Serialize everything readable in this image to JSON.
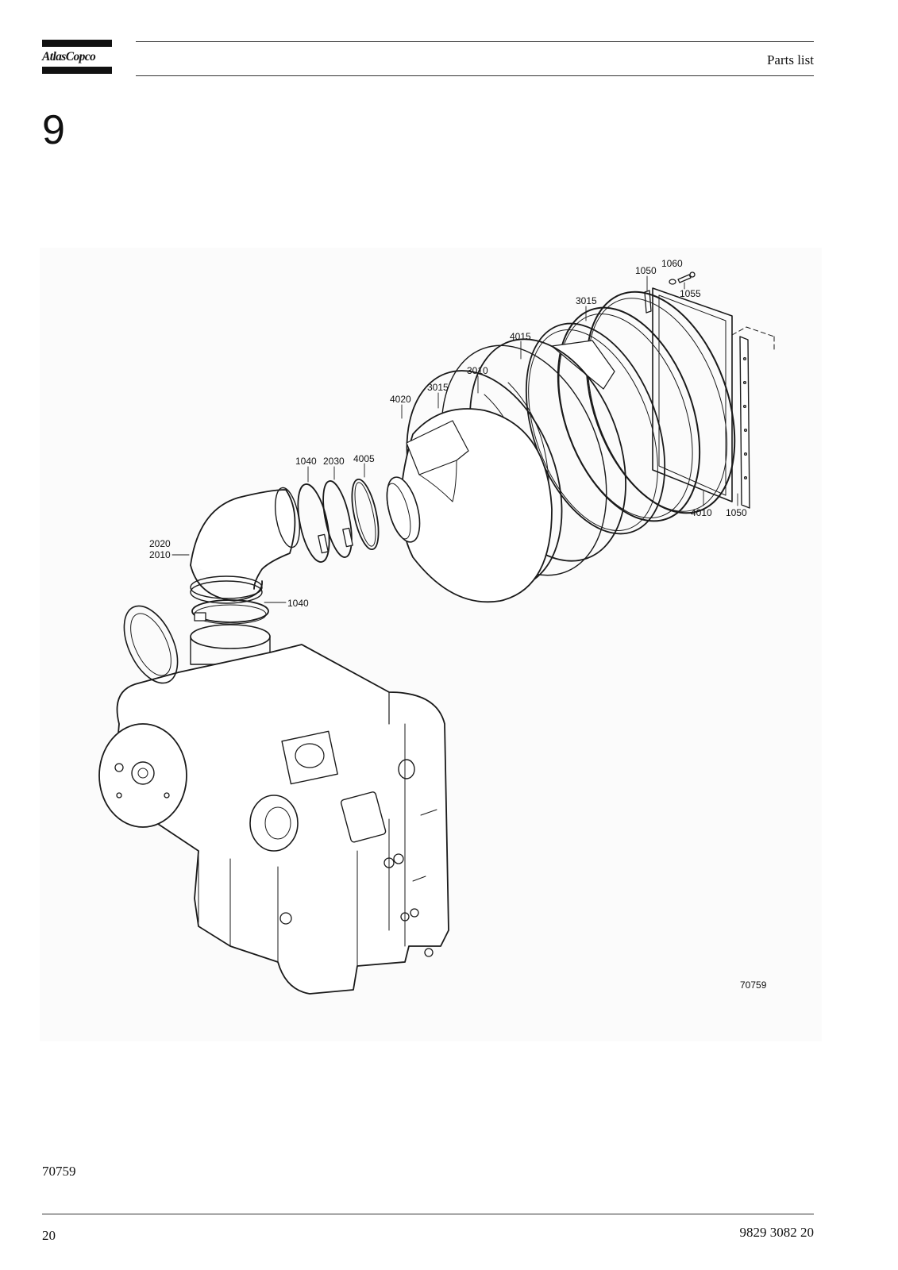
{
  "header": {
    "brand": "AtlasCopco",
    "title": "Parts list"
  },
  "section": {
    "number": "9"
  },
  "figure": {
    "callouts": {
      "c1050_top": "1050",
      "c1060": "1060",
      "c1055": "1055",
      "c3015_top": "3015",
      "c4015": "4015",
      "c3010": "3010",
      "c3015_mid": "3015",
      "c4020": "4020",
      "c1040_top": "1040",
      "c2030": "2030",
      "c4005": "4005",
      "c2020": "2020",
      "c2010": "2010",
      "c1040_low": "1040",
      "c4010": "4010",
      "c1050_bottom": "1050"
    },
    "drawing_number": "70759"
  },
  "footer": {
    "figure_ref": "70759",
    "page_number": "20",
    "document_number": "9829 3082 20"
  }
}
